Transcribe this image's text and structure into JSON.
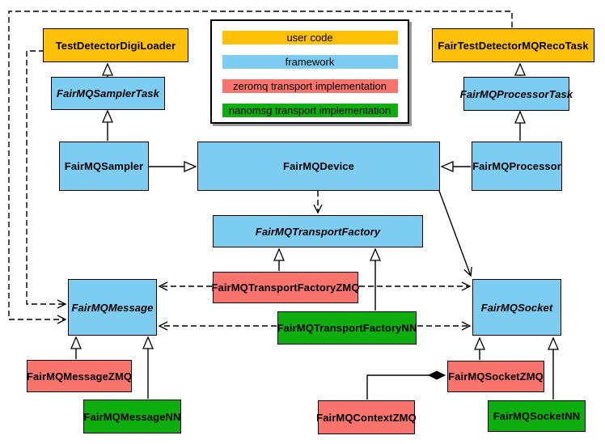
{
  "colors": {
    "user_code": "#FFC107",
    "framework": "#7CCDF1",
    "zeromq": "#F9746C",
    "nanomsg": "#0DAE0D"
  },
  "legend": {
    "items": [
      {
        "label": "user code"
      },
      {
        "label": "framework"
      },
      {
        "label": "zeromq transport implementation"
      },
      {
        "label": "nanomsg transport implementation"
      }
    ]
  },
  "nodes": {
    "testDetectorDigiLoader": {
      "label": "TestDetectorDigiLoader"
    },
    "fairMQSamplerTask": {
      "label": "FairMQSamplerTask"
    },
    "fairMQSampler": {
      "label": "FairMQSampler"
    },
    "fairMQDevice": {
      "label": "FairMQDevice"
    },
    "fairTestDetectorMQRecoTask": {
      "label": "FairTestDetectorMQRecoTask"
    },
    "fairMQProcessorTask": {
      "label": "FairMQProcessorTask"
    },
    "fairMQProcessor": {
      "label": "FairMQProcessor"
    },
    "fairMQTransportFactory": {
      "label": "FairMQTransportFactory"
    },
    "fairMQTransportFactoryZMQ": {
      "label": "FairMQTransportFactoryZMQ"
    },
    "fairMQTransportFactoryNN": {
      "label": "FairMQTransportFactoryNN"
    },
    "fairMQMessage": {
      "label": "FairMQMessage"
    },
    "fairMQSocket": {
      "label": "FairMQSocket"
    },
    "fairMQMessageZMQ": {
      "label": "FairMQMessageZMQ"
    },
    "fairMQMessageNN": {
      "label": "FairMQMessageNN"
    },
    "fairMQSocketZMQ": {
      "label": "FairMQSocketZMQ"
    },
    "fairMQContextZMQ": {
      "label": "FairMQContextZMQ"
    },
    "fairMQSocketNN": {
      "label": "FairMQSocketNN"
    }
  }
}
